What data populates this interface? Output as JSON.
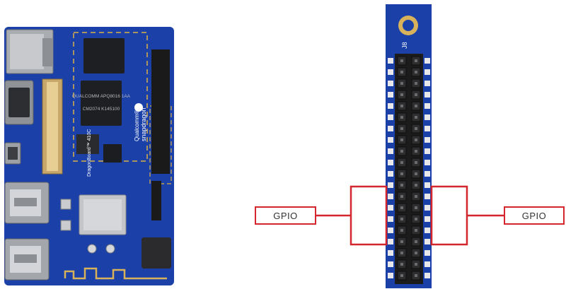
{
  "board": {
    "brand_line1": "Qualcomm®",
    "brand_line2": "snapdragon",
    "model": "DragonBoard™ 410C",
    "chip_top": "QUALCOMM APQ8016 1AA",
    "chip_bottom": "CM2074 K145100"
  },
  "callouts": {
    "left_label": "GPIO",
    "right_label": "GPIO"
  },
  "connector": {
    "designator": "J8"
  },
  "colors": {
    "pcb_blue": "#1b41a8",
    "header_black": "#1c1c1c",
    "callout_red": "#d3262d",
    "gold": "#d8b25a"
  }
}
